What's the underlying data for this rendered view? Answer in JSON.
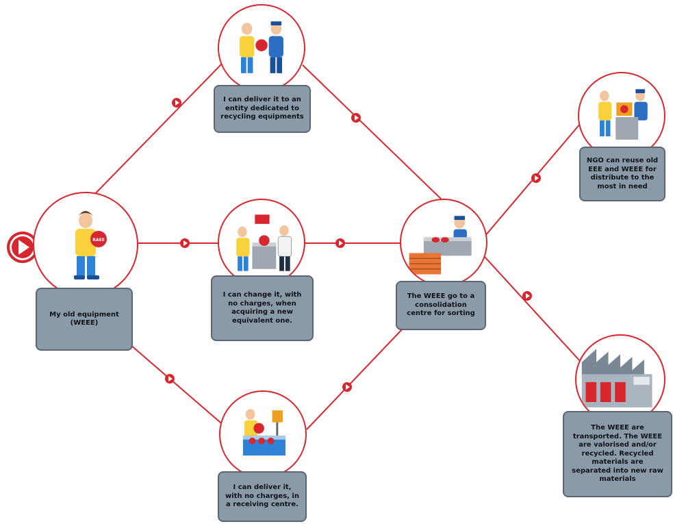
{
  "colors": {
    "accent": "#d7262e",
    "box_fill": "#8b9aa8",
    "box_border": "#5b6672",
    "text": "#0e1216"
  },
  "nodes": {
    "old_equipment": {
      "label": "My old equipment\n(WEEE)",
      "icon": "person-holding-weee-icon"
    },
    "deliver_entity": {
      "label": "I can deliver it to an\nentity dedicated to\nrecycling equipments",
      "icon": "handover-to-recycler-icon"
    },
    "change_it": {
      "label": "I can change it, with\nno charges, when\nacquiring a new\nequivalent one.",
      "icon": "store-exchange-icon"
    },
    "receiving_centre": {
      "label": "I can deliver it,\nwith no charges, in\na receiving centre.",
      "icon": "collection-bin-icon"
    },
    "consolidation": {
      "label": "The WEEE go to a\nconsolidation\ncentre for sorting",
      "icon": "sorting-worker-icon"
    },
    "ngo": {
      "label": "NGO can reuse old\nEEE and WEEE for\ndistribute to the\nmost in need",
      "icon": "ngo-donation-icon"
    },
    "transport": {
      "label": "The WEEE are\ntransported. The WEEE\nare valorised and/or\nrecycled. Recycled\nmaterials are\nseparated into new raw\nmaterials",
      "icon": "factory-icon"
    }
  },
  "start_icon": "play-icon",
  "badge_text": "RAEE"
}
